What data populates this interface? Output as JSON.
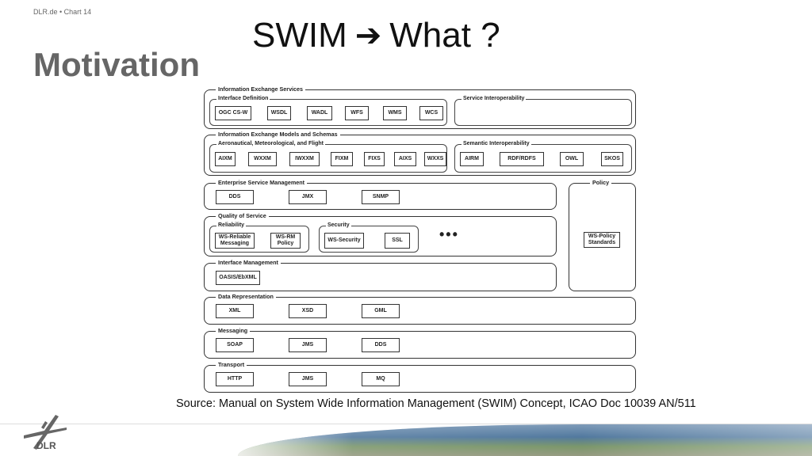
{
  "header": {
    "meta": "DLR.de  •  Chart 14",
    "title_left": "SWIM",
    "arrow": "➔",
    "title_right": "What ?",
    "subtitle": "Motivation"
  },
  "diagram": {
    "info_exchange_services": {
      "label": "Information Exchange Services",
      "interface_definition": {
        "label": "Interface Definition",
        "items": [
          "OGC CS-W",
          "WSDL",
          "WADL",
          "WFS",
          "WMS",
          "WCS"
        ]
      },
      "service_interoperability": {
        "label": "Service Interoperability"
      }
    },
    "info_exchange_models": {
      "label": "Information Exchange Models and Schemas",
      "aero_met_flight": {
        "label": "Aeronautical, Meteorological, and Flight",
        "items": [
          "AIXM",
          "WXXM",
          "IWXXM",
          "FIXM",
          "FIXS",
          "AIXS",
          "WXXS"
        ]
      },
      "semantic_interoperability": {
        "label": "Semantic Interoperability",
        "items": [
          "AIRM",
          "RDF/RDFS",
          "OWL",
          "SKOS"
        ]
      }
    },
    "enterprise_service_management": {
      "label": "Enterprise Service Management",
      "items": [
        "DDS",
        "JMX",
        "SNMP"
      ]
    },
    "policy": {
      "label": "Policy",
      "items": [
        "WS-Policy Standards"
      ]
    },
    "quality_of_service": {
      "label": "Quality of Service",
      "reliability": {
        "label": "Reliability",
        "items": [
          "WS-Reliable Messaging",
          "WS-RM Policy"
        ]
      },
      "security": {
        "label": "Security",
        "items": [
          "WS-Security",
          "SSL"
        ]
      },
      "more": "•••"
    },
    "interface_management": {
      "label": "Interface Management",
      "items": [
        "OASIS/EbXML"
      ]
    },
    "data_representation": {
      "label": "Data Representation",
      "items": [
        "XML",
        "XSD",
        "GML"
      ]
    },
    "messaging": {
      "label": "Messaging",
      "items": [
        "SOAP",
        "JMS",
        "DDS"
      ]
    },
    "transport": {
      "label": "Transport",
      "items": [
        "HTTP",
        "JMS",
        "MQ"
      ]
    }
  },
  "source": "Source: Manual on System Wide Information Management (SWIM) Concept, ICAO Doc 10039 AN/511",
  "footer": {
    "logo_text": "DLR"
  }
}
